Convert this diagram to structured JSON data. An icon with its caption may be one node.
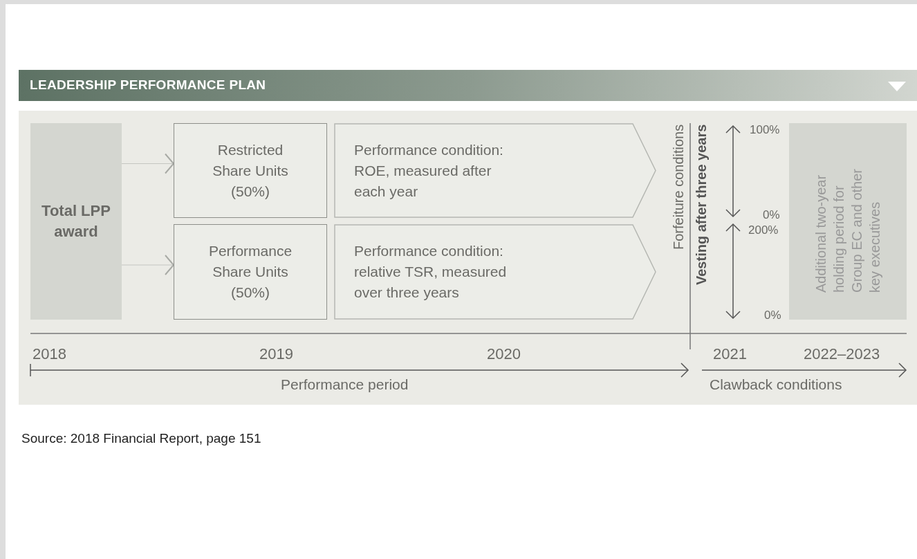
{
  "diagram": {
    "title": "LEADERSHIP PERFORMANCE PLAN",
    "caption": "Source: 2018 Financial Report, page 151",
    "nodes": [
      {
        "text": [
          "Total LPP award"
        ]
      },
      {
        "text": [
          "Restricted Share Units (50%)"
        ]
      },
      {
        "text": [
          "Performance condition: ROE, measured after each year"
        ]
      },
      {
        "text": [
          "Performance Share Units (50%)"
        ]
      },
      {
        "text": [
          "Performance condition: relative TSR, measured over three years"
        ]
      },
      {
        "text": [
          "Additional two-year holding period for Group EC and other key executives"
        ]
      }
    ],
    "edges": [
      {
        "from": 0,
        "to": 1,
        "arrow": "to"
      },
      {
        "from": 0,
        "to": 3,
        "arrow": "to"
      }
    ],
    "labels": [
      "Forfeiture conditions",
      "Vesting after three years",
      "100%",
      "0%",
      "200%",
      "0%",
      "2018",
      "2019",
      "2020",
      "2021",
      "2022–2023",
      "Performance period",
      "Clawback conditions"
    ]
  }
}
